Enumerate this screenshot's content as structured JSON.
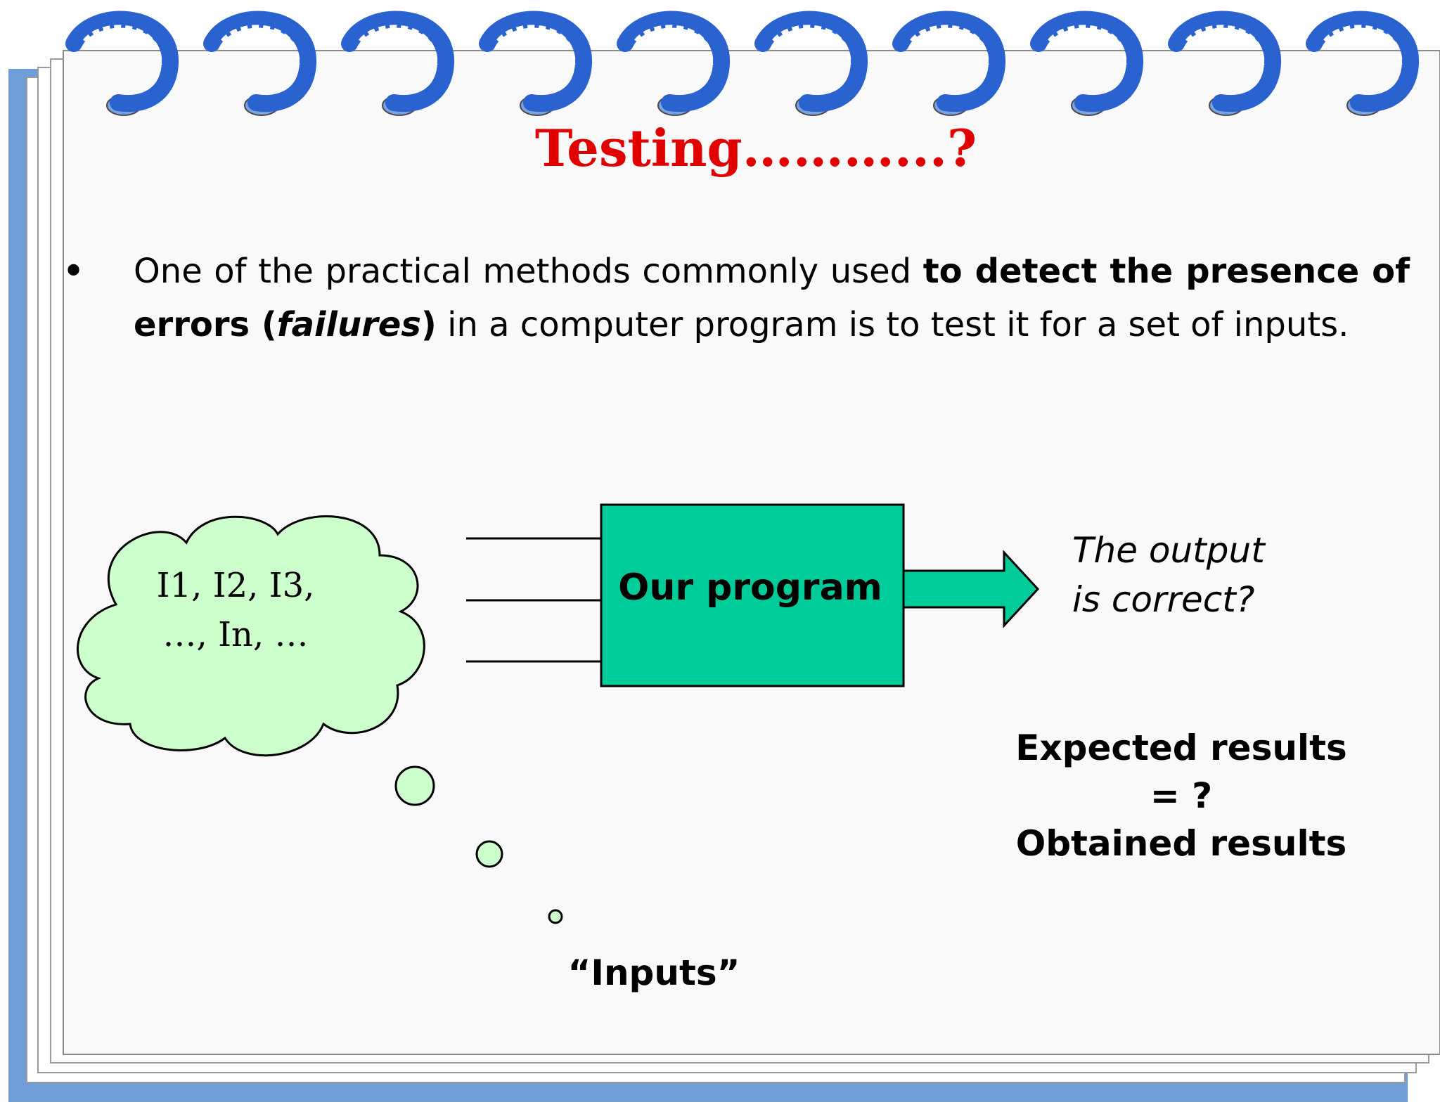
{
  "slide": {
    "title": "Testing………...?",
    "bullet": {
      "text_1": "One of the practical methods commonly used ",
      "bold_1": "to detect the presence of errors (",
      "italic_bold": "failures",
      "bold_2": ")",
      "text_2": " in a computer program is to test it for a set of inputs."
    }
  },
  "diagram": {
    "cloud_line_1": "I1, I2, I3,",
    "cloud_line_2": "…, In, …",
    "program_label": "Our program",
    "output_line_1": "The output",
    "output_line_2": "is correct?",
    "results_line_1": "Expected results",
    "results_line_2": "= ?",
    "results_line_3": "Obtained results",
    "inputs_label": "“Inputs”"
  },
  "colors": {
    "title": "#e00000",
    "program_box": "#00cc99",
    "cloud_fill": "#ccffcc",
    "frame_shadow": "#6f9ed9",
    "ring_blue": "#2a62d0"
  }
}
